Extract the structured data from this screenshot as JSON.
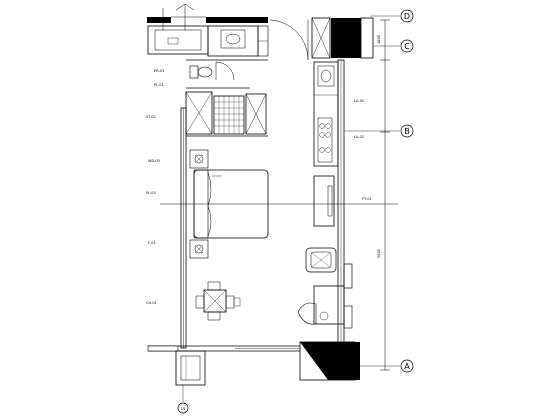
{
  "drawing": {
    "grid_axes": [
      {
        "id": "axis-D",
        "label": "D"
      },
      {
        "id": "axis-C",
        "label": "C"
      },
      {
        "id": "axis-B",
        "label": "B"
      },
      {
        "id": "axis-A",
        "label": "A"
      },
      {
        "id": "axis-15",
        "label": "15"
      }
    ],
    "annotation_labels": [
      "ER-01",
      "PL-01",
      "ST-02",
      "WD-03",
      "PL-03",
      "F-01",
      "LA-01",
      "LA-02",
      "PT-01",
      "CH-01"
    ],
    "dimension_labels": [
      "1800",
      "5630"
    ]
  }
}
